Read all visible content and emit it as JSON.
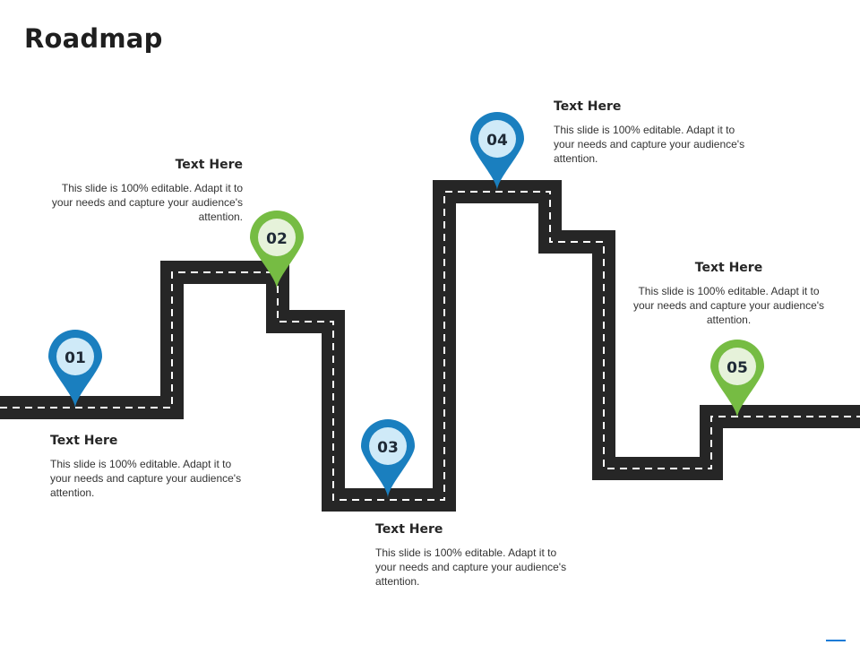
{
  "title": "Roadmap",
  "colors": {
    "blue": "#1a7fbf",
    "blue_inner": "#cfeaf8",
    "green": "#76bc43",
    "green_inner": "#e6f2da",
    "road": "#262626",
    "road_marking": "#ffffff"
  },
  "milestones": [
    {
      "number": "01",
      "color": "blue",
      "heading": "Text Here",
      "body": "This slide is 100% editable. Adapt it to your needs and capture your audience's attention."
    },
    {
      "number": "02",
      "color": "green",
      "heading": "Text Here",
      "body": "This slide is 100% editable. Adapt it to your needs and capture your audience's attention."
    },
    {
      "number": "03",
      "color": "blue",
      "heading": "Text Here",
      "body": "This slide is 100% editable. Adapt it to your needs and capture your audience's attention."
    },
    {
      "number": "04",
      "color": "blue",
      "heading": "Text Here",
      "body": "This slide is 100% editable. Adapt it to your needs and capture your audience's attention."
    },
    {
      "number": "05",
      "color": "green",
      "heading": "Text Here",
      "body": "This slide is 100% editable. Adapt it to your needs and capture your audience's attention."
    }
  ]
}
